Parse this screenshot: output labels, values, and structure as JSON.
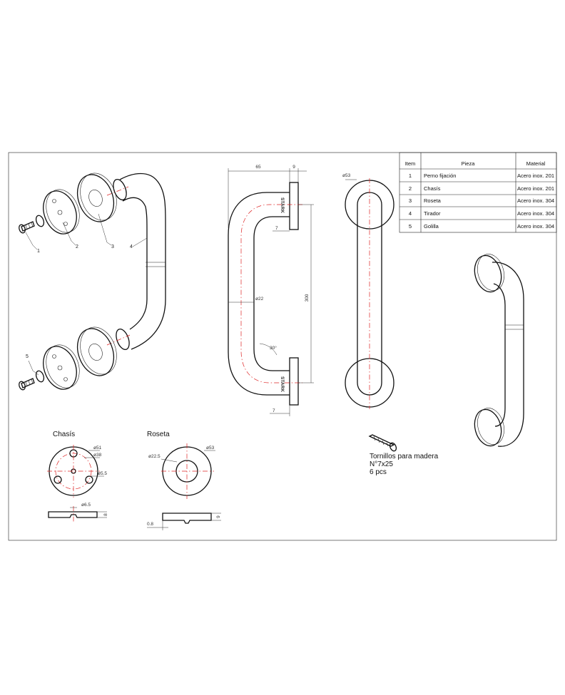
{
  "table": {
    "headers": [
      "Item",
      "Pieza",
      "Material"
    ],
    "rows": [
      [
        "1",
        "Perno fijación",
        "Acero inox. 201"
      ],
      [
        "2",
        "Chasís",
        "Acero inox. 201"
      ],
      [
        "3",
        "Roseta",
        "Acero inox. 304"
      ],
      [
        "4",
        "Tirador",
        "Acero inox. 304"
      ],
      [
        "5",
        "Golilla",
        "Acero inox. 304"
      ]
    ]
  },
  "callouts": {
    "c1": "1",
    "c2": "2",
    "c3": "3",
    "c4": "4",
    "c5": "5"
  },
  "side_view": {
    "dim_width": "65",
    "dim_plate": "9",
    "dim_length": "300",
    "dim_tube": "ø22",
    "dim_offset_top": "7",
    "dim_offset_bottom": "7",
    "dim_angle": "30°",
    "brand_top": "STARK",
    "brand_bottom": "STARK"
  },
  "front_view": {
    "dim_rosette": "ø53"
  },
  "chassis": {
    "title": "Chasís",
    "dim_outer": "ø51",
    "dim_bolt_circle": "ø38",
    "dim_hole": "ø5.5",
    "dim_center_hole": "ø6.5",
    "dim_height": "8"
  },
  "rosette": {
    "title": "Roseta",
    "dim_outer": "ø53",
    "dim_inner": "ø22.5",
    "dim_height": "9",
    "dim_wall": "0.8"
  },
  "screws": {
    "line1": "Tornillos para madera",
    "line2": "N°7x25",
    "line3": "6 pcs"
  }
}
